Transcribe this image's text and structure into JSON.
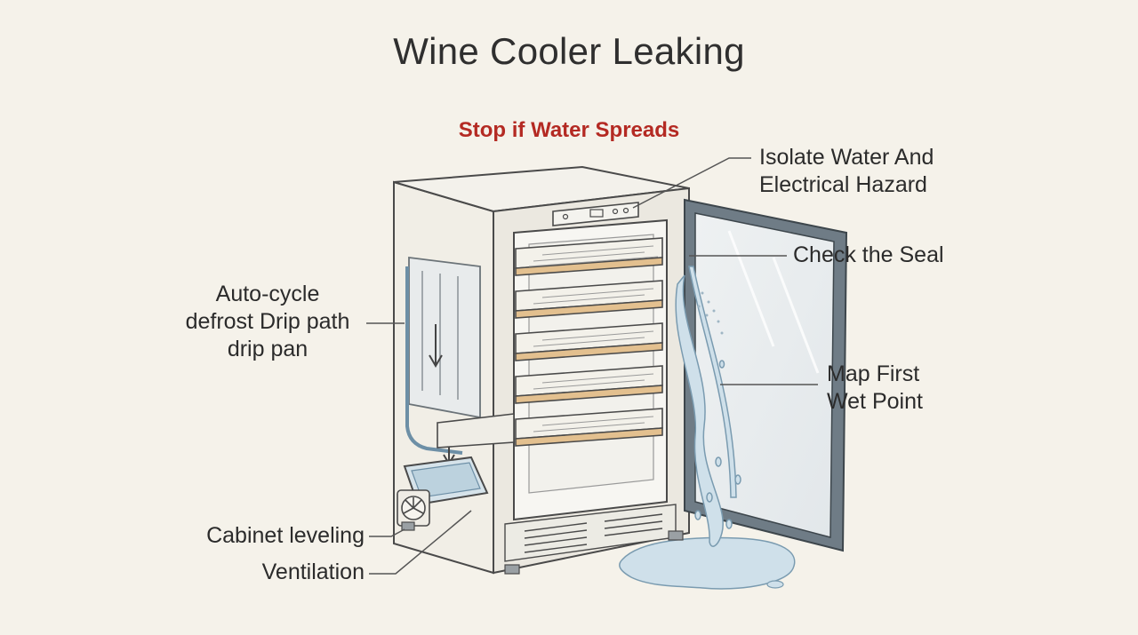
{
  "title": "Wine Cooler Leaking",
  "warning": "Stop if Water Spreads",
  "callouts": {
    "isolate": {
      "line1": "Isolate Water And",
      "line2": "Electrical Hazard"
    },
    "seal": "Check the Seal",
    "defrost": {
      "line1": "Auto-cycle",
      "line2": "defrost Drip path",
      "line3": "drip pan"
    },
    "map": {
      "line1": "Map First",
      "line2": "Wet Point"
    },
    "leveling": "Cabinet leveling",
    "ventilation": "Ventilation"
  },
  "colors": {
    "warning": "#b42a23",
    "background": "#f5f2ea",
    "shelf_wood": "#e3c08f",
    "water": "#b9d3e4",
    "outline": "#4a4a4a"
  }
}
